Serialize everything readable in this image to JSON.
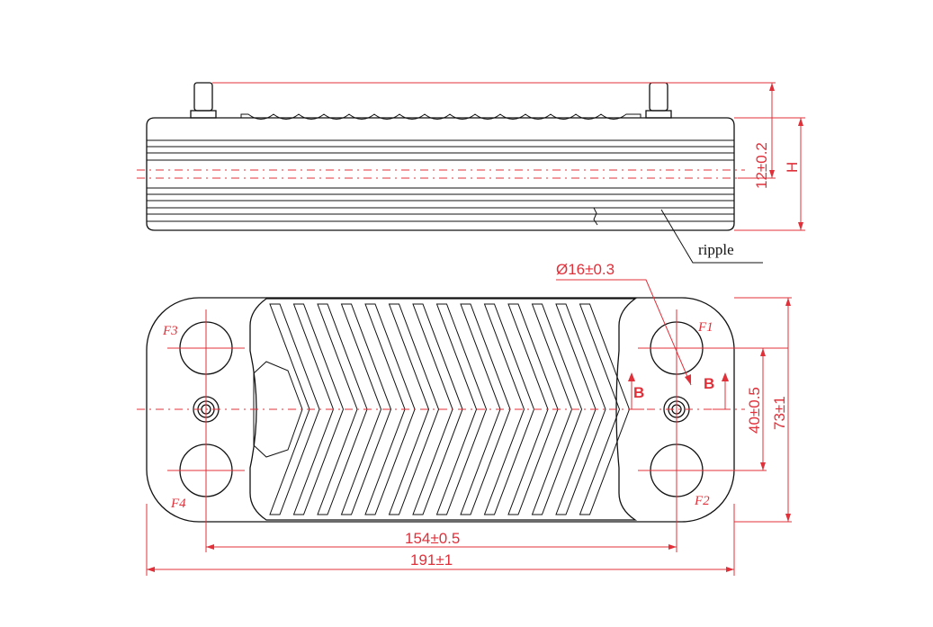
{
  "dimensions": {
    "height_tol": "12±0.2",
    "height_label": "H",
    "port_diameter": "Ø16±0.3",
    "port_spacing_v": "40±0.5",
    "overall_height": "73±1",
    "port_spacing_h": "154±0.5",
    "overall_length": "191±1"
  },
  "ports": {
    "f1": "F1",
    "f2": "F2",
    "f3": "F3",
    "f4": "F4"
  },
  "section": {
    "left": "B",
    "right": "B"
  },
  "annotations": {
    "ripple": "ripple"
  },
  "colors": {
    "dimension": "#e0303a",
    "outline": "#111111"
  }
}
